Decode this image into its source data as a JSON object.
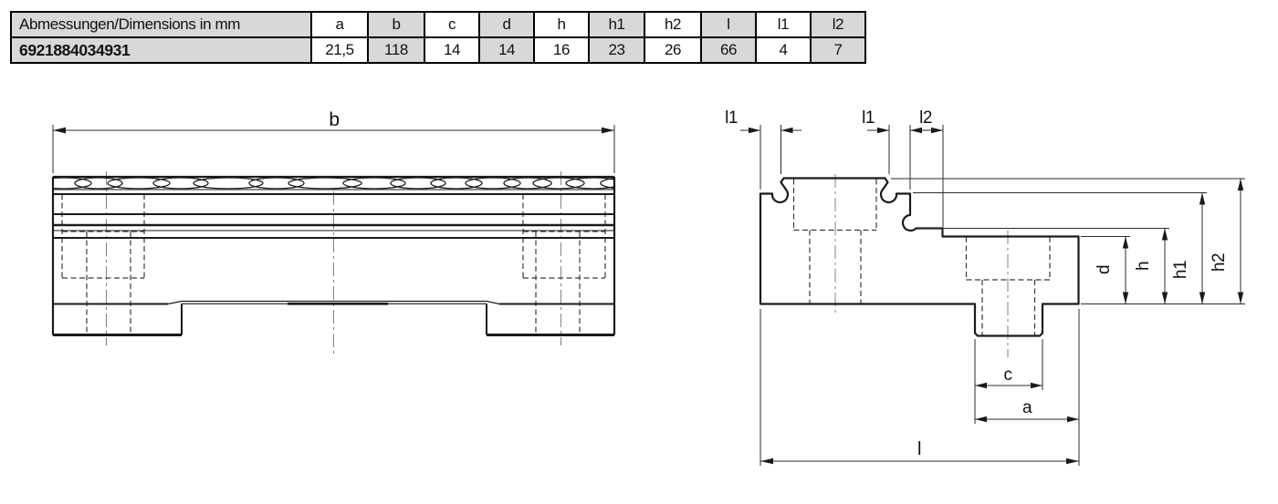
{
  "table": {
    "header_label": "Abmessungen/Dimensions in mm",
    "columns": [
      "a",
      "b",
      "c",
      "d",
      "h",
      "h1",
      "h2",
      "l",
      "l1",
      "l2"
    ],
    "row_id": "6921884034931",
    "values": [
      "21,5",
      "118",
      "14",
      "14",
      "16",
      "23",
      "26",
      "66",
      "4",
      "7"
    ]
  },
  "dims": {
    "b": "b",
    "l1": "l1",
    "l2": "l2",
    "d": "d",
    "h": "h",
    "h1": "h1",
    "h2": "h2",
    "c": "c",
    "a": "a",
    "l": "l"
  },
  "colors": {
    "object_line": "#1a1a1a",
    "dim_line": "#2b2b2b",
    "hidden_line": "#3a3a3a",
    "centerline": "#828282",
    "table_gray": "#d8d8d8"
  }
}
